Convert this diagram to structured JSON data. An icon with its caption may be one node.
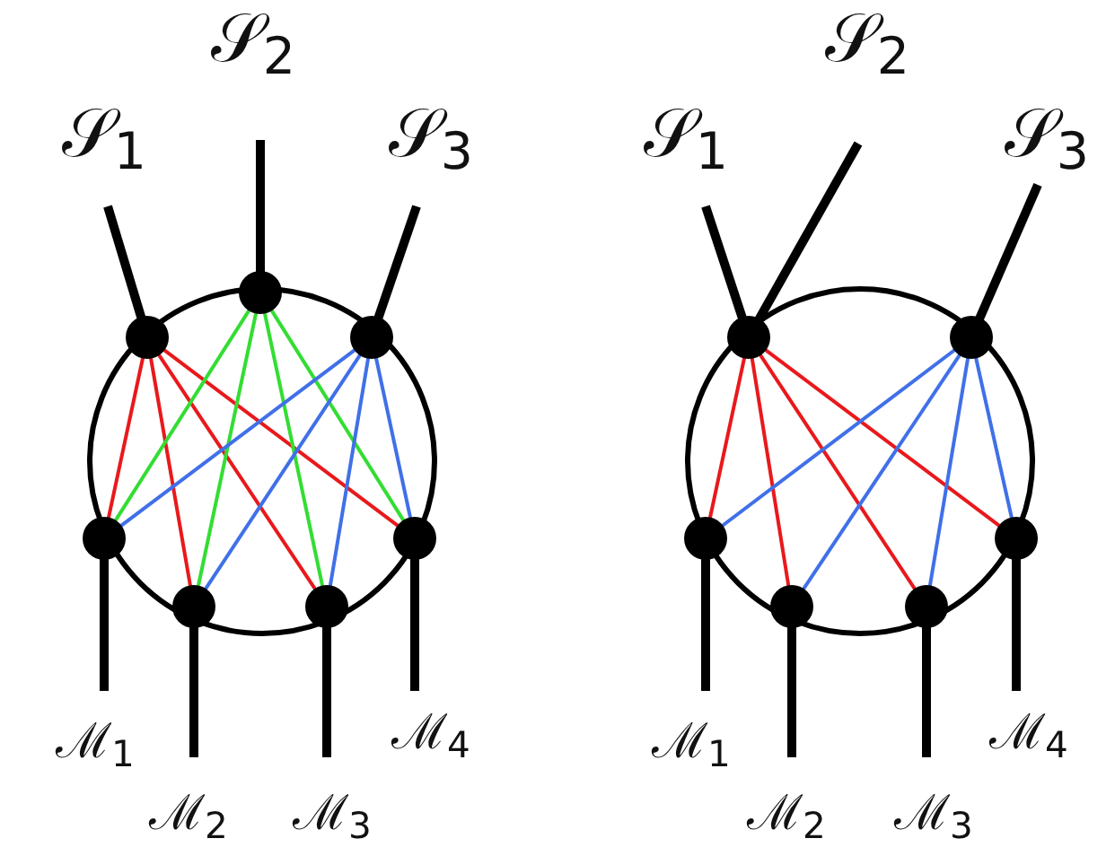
{
  "diagram": {
    "nodes": [
      {
        "text": [
          "𝒮$_{1}$"
        ]
      },
      {
        "text": [
          "𝒮$_{2}$"
        ]
      },
      {
        "text": [
          "𝒮$_{3}$"
        ]
      },
      {
        "text": [],
        "shape": "circle"
      },
      {
        "text": [],
        "shape": "circle"
      },
      {
        "text": [],
        "shape": "circle"
      },
      {
        "text": [],
        "shape": "circle"
      },
      {
        "text": [],
        "shape": "circle"
      },
      {
        "text": [],
        "shape": "circle"
      },
      {
        "text": [],
        "shape": "circle"
      },
      {
        "text": [
          "ℳ$_{1}$"
        ]
      },
      {
        "text": [
          "ℳ$_{2}$"
        ]
      },
      {
        "text": [
          "ℳ$_{3}$"
        ]
      },
      {
        "text": [
          "ℳ$_{4}$"
        ]
      },
      {
        "text": [
          "𝒮$_{1}$"
        ]
      },
      {
        "text": [
          "𝒮$_{2}$"
        ]
      },
      {
        "text": [
          "𝒮$_{3}$"
        ]
      },
      {
        "text": [],
        "shape": "circle"
      },
      {
        "text": [],
        "shape": "circle"
      },
      {
        "text": [],
        "shape": "circle"
      },
      {
        "text": [],
        "shape": "circle"
      },
      {
        "text": [],
        "shape": "circle"
      },
      {
        "text": [],
        "shape": "circle"
      },
      {
        "text": [
          "ℳ$_{1}$"
        ]
      },
      {
        "text": [
          "ℳ$_{2}$"
        ]
      },
      {
        "text": [
          "ℳ$_{3}$"
        ]
      },
      {
        "text": [
          "ℳ$_{4}$"
        ]
      }
    ],
    "edges": [
      {
        "from": 0,
        "to": 3,
        "arrow": "none",
        "style": "thick"
      },
      {
        "from": 1,
        "to": 4,
        "arrow": "none",
        "style": "thick"
      },
      {
        "from": 2,
        "to": 5,
        "arrow": "none",
        "style": "thick"
      },
      {
        "from": 3,
        "to": 6,
        "arrow": "none",
        "color": "#e8191c"
      },
      {
        "from": 3,
        "to": 7,
        "arrow": "none",
        "color": "#e8191c"
      },
      {
        "from": 3,
        "to": 8,
        "arrow": "none",
        "color": "#e8191c"
      },
      {
        "from": 3,
        "to": 9,
        "arrow": "none",
        "color": "#e8191c"
      },
      {
        "from": 4,
        "to": 6,
        "arrow": "none",
        "color": "#33dd33"
      },
      {
        "from": 4,
        "to": 7,
        "arrow": "none",
        "color": "#33dd33"
      },
      {
        "from": 4,
        "to": 8,
        "arrow": "none",
        "color": "#33dd33"
      },
      {
        "from": 4,
        "to": 9,
        "arrow": "none",
        "color": "#33dd33"
      },
      {
        "from": 5,
        "to": 6,
        "arrow": "none",
        "color": "#4070e8"
      },
      {
        "from": 5,
        "to": 7,
        "arrow": "none",
        "color": "#4070e8"
      },
      {
        "from": 5,
        "to": 8,
        "arrow": "none",
        "color": "#4070e8"
      },
      {
        "from": 5,
        "to": 9,
        "arrow": "none",
        "color": "#4070e8"
      },
      {
        "from": 6,
        "to": 10,
        "arrow": "none",
        "style": "thick"
      },
      {
        "from": 7,
        "to": 11,
        "arrow": "none",
        "style": "thick"
      },
      {
        "from": 8,
        "to": 12,
        "arrow": "none",
        "style": "thick"
      },
      {
        "from": 9,
        "to": 13,
        "arrow": "none",
        "style": "thick"
      },
      {
        "from": 14,
        "to": 17,
        "arrow": "none",
        "style": "thick"
      },
      {
        "from": 15,
        "to": 17,
        "arrow": "none",
        "style": "thick"
      },
      {
        "from": 16,
        "to": 18,
        "arrow": "none",
        "style": "thick"
      },
      {
        "from": 17,
        "to": 19,
        "arrow": "none",
        "color": "#e8191c"
      },
      {
        "from": 17,
        "to": 20,
        "arrow": "none",
        "color": "#e8191c"
      },
      {
        "from": 17,
        "to": 21,
        "arrow": "none",
        "color": "#e8191c"
      },
      {
        "from": 17,
        "to": 22,
        "arrow": "none",
        "color": "#e8191c"
      },
      {
        "from": 18,
        "to": 19,
        "arrow": "none",
        "color": "#4070e8"
      },
      {
        "from": 18,
        "to": 20,
        "arrow": "none",
        "color": "#4070e8"
      },
      {
        "from": 18,
        "to": 21,
        "arrow": "none",
        "color": "#4070e8"
      },
      {
        "from": 18,
        "to": 22,
        "arrow": "none",
        "color": "#4070e8"
      },
      {
        "from": 19,
        "to": 23,
        "arrow": "none",
        "style": "thick"
      },
      {
        "from": 20,
        "to": 24,
        "arrow": "none",
        "style": "thick"
      },
      {
        "from": 21,
        "to": 25,
        "arrow": "none",
        "style": "thick"
      },
      {
        "from": 22,
        "to": 26,
        "arrow": "none",
        "style": "thick"
      }
    ]
  }
}
